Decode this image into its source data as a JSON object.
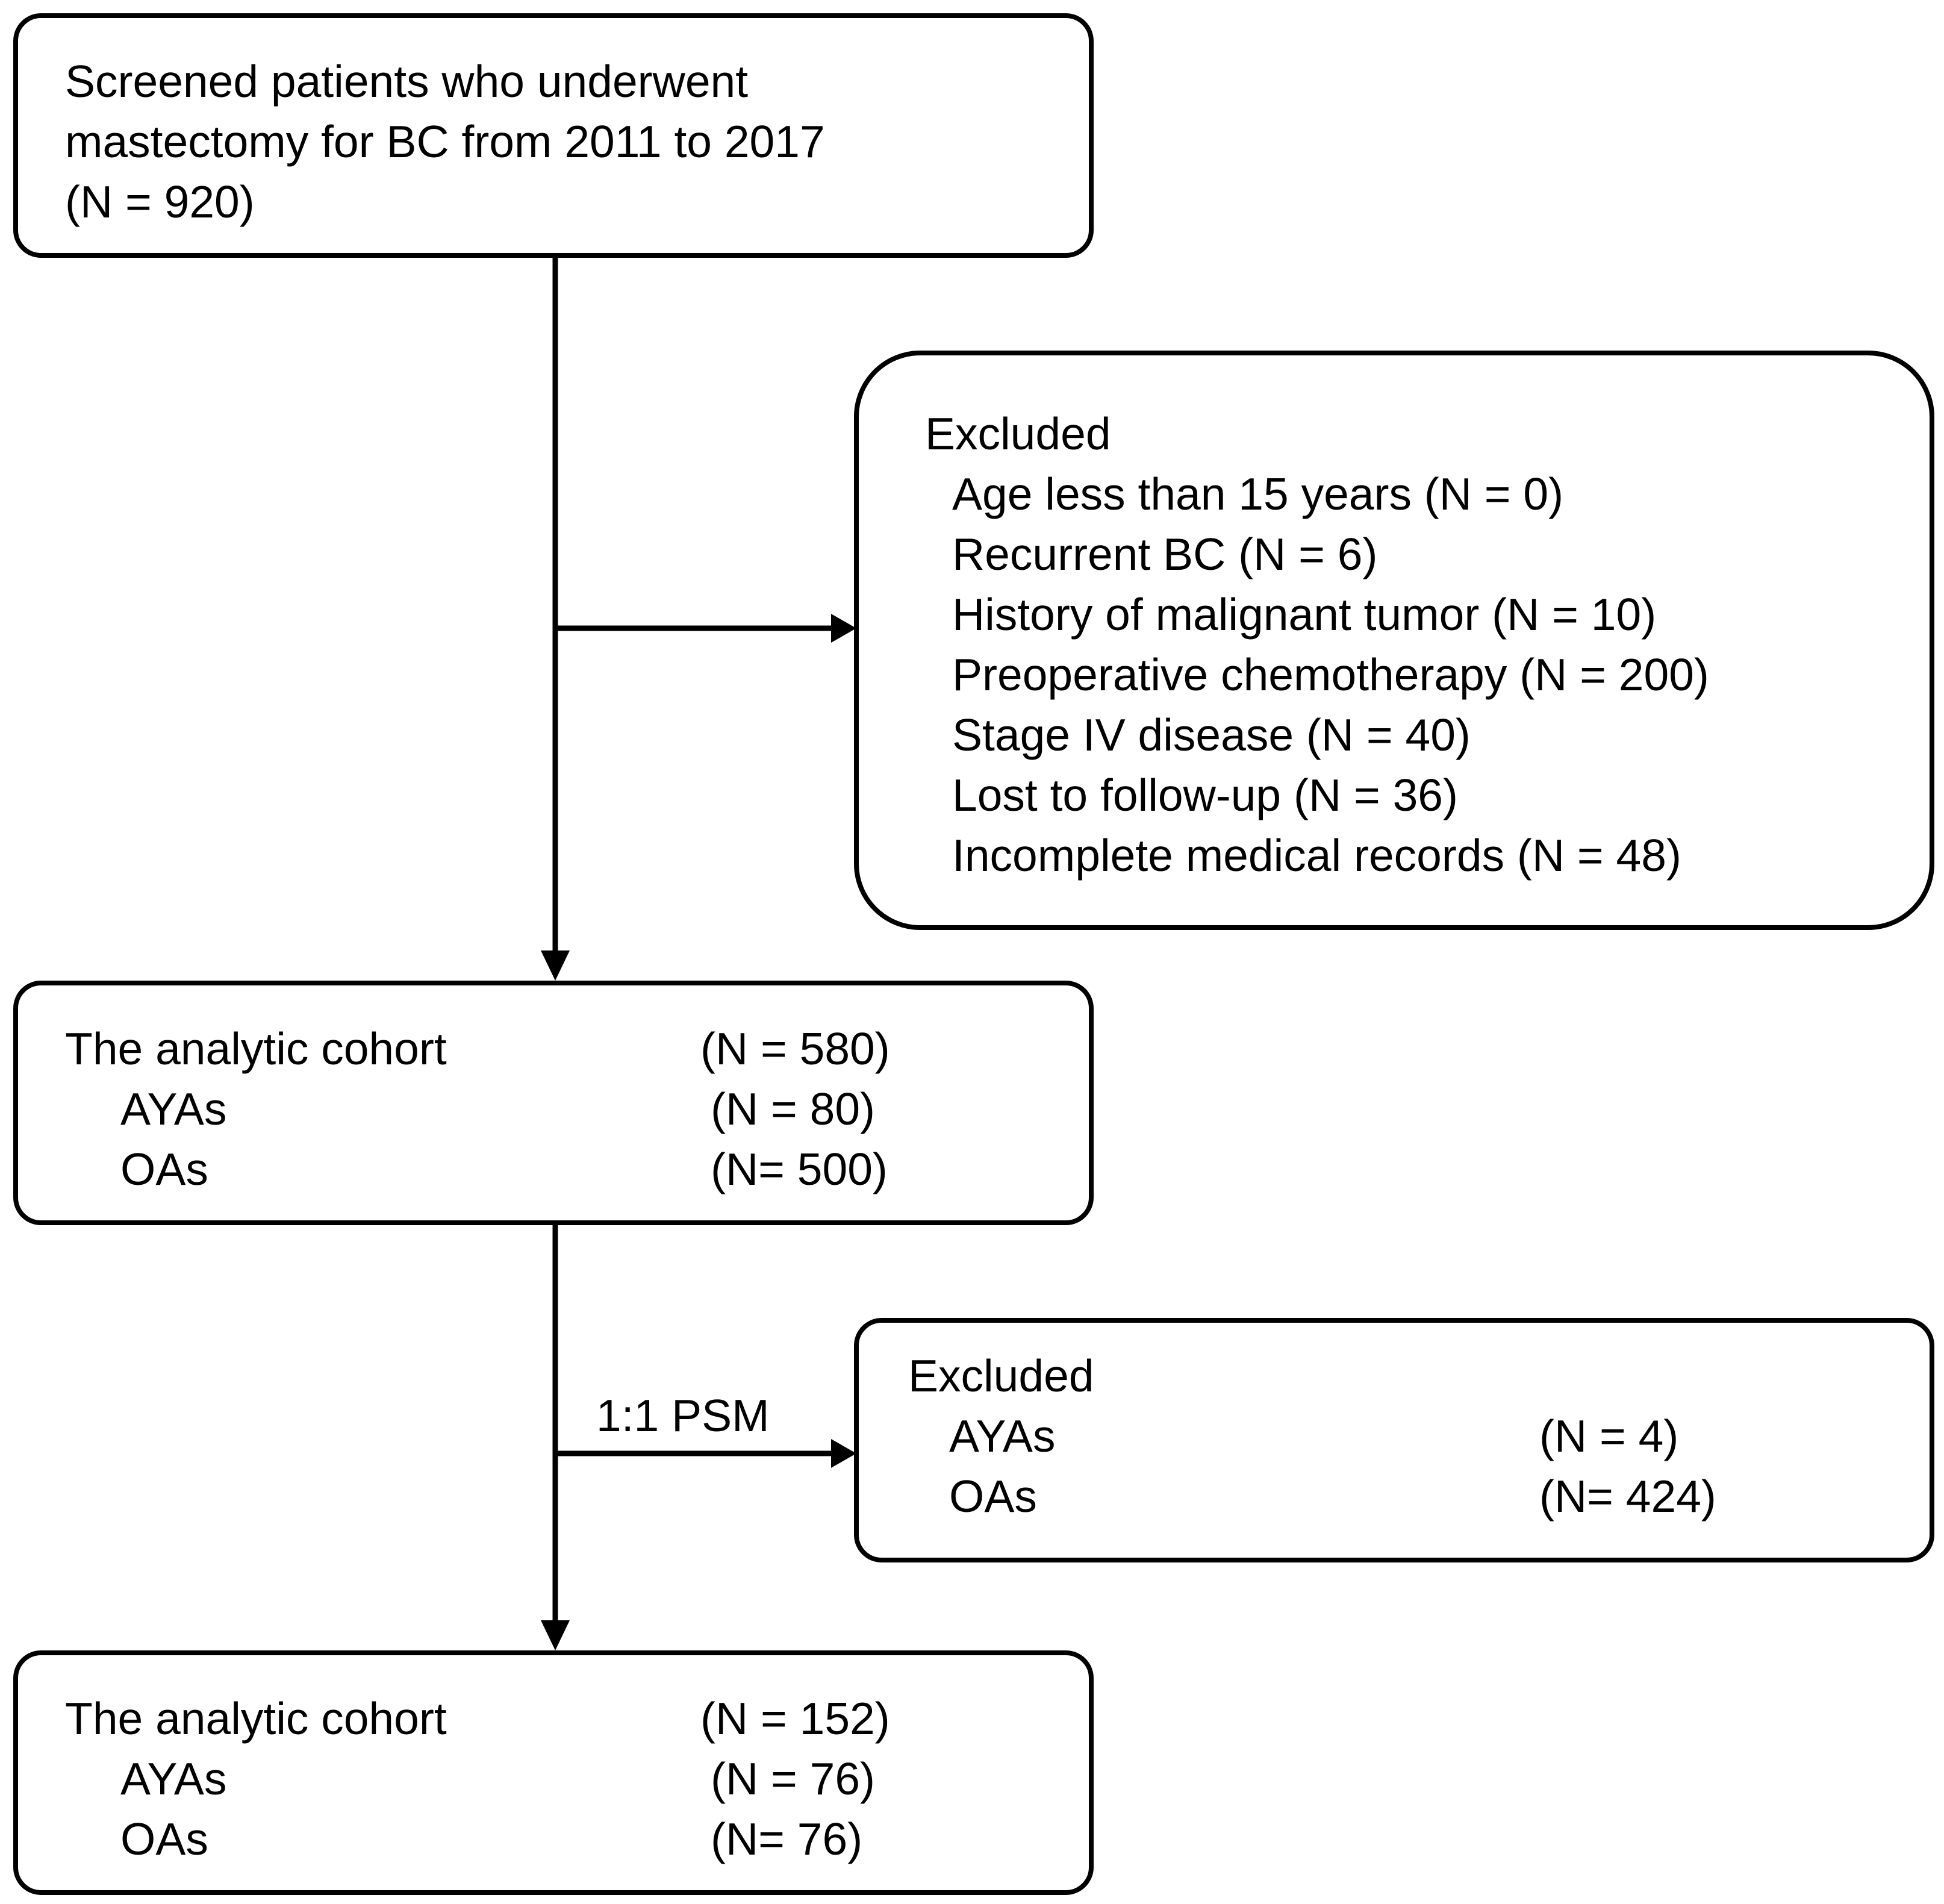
{
  "screened": {
    "line1": "Screened patients who underwent",
    "line2": "mastectomy for BC from  2011 to 2017",
    "line3": "(N = 920)"
  },
  "excluded1": {
    "title": "Excluded",
    "items": [
      "Age less than 15 years (N = 0)",
      "Recurrent BC (N = 6)",
      "History of malignant tumor (N = 10)",
      "Preoperative chemotherapy (N = 200)",
      "Stage IV disease (N = 40)",
      "Lost to follow-up (N = 36)",
      "Incomplete medical records (N = 48)"
    ]
  },
  "cohort1": {
    "title": "The analytic cohort",
    "title_n": "(N = 580)",
    "rows": [
      {
        "label": "AYAs",
        "n": "(N = 80)"
      },
      {
        "label": "OAs",
        "n": "(N= 500)"
      }
    ]
  },
  "psm_label": "1:1 PSM",
  "excluded2": {
    "title": "Excluded",
    "rows": [
      {
        "label": "AYAs",
        "n": "(N = 4)"
      },
      {
        "label": "OAs",
        "n": "(N= 424)"
      }
    ]
  },
  "cohort2": {
    "title": "The analytic cohort",
    "title_n": "(N = 152)",
    "rows": [
      {
        "label": "AYAs",
        "n": "(N = 76)"
      },
      {
        "label": "OAs",
        "n": "(N= 76)"
      }
    ]
  }
}
